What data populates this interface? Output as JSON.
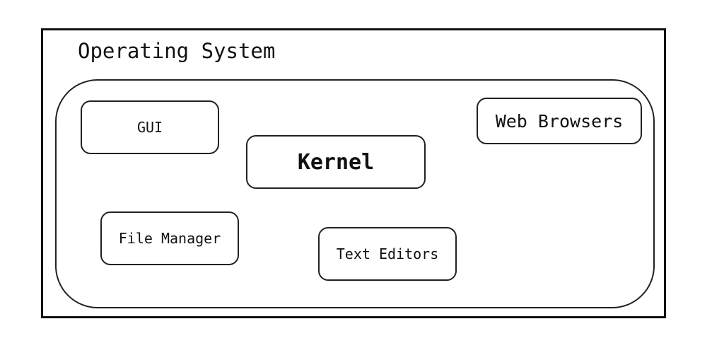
{
  "diagram": {
    "title": "Operating System",
    "components": {
      "gui": "GUI",
      "kernel": "Kernel",
      "web_browsers": "Web Browsers",
      "file_manager": "File Manager",
      "text_editors": "Text Editors"
    }
  }
}
